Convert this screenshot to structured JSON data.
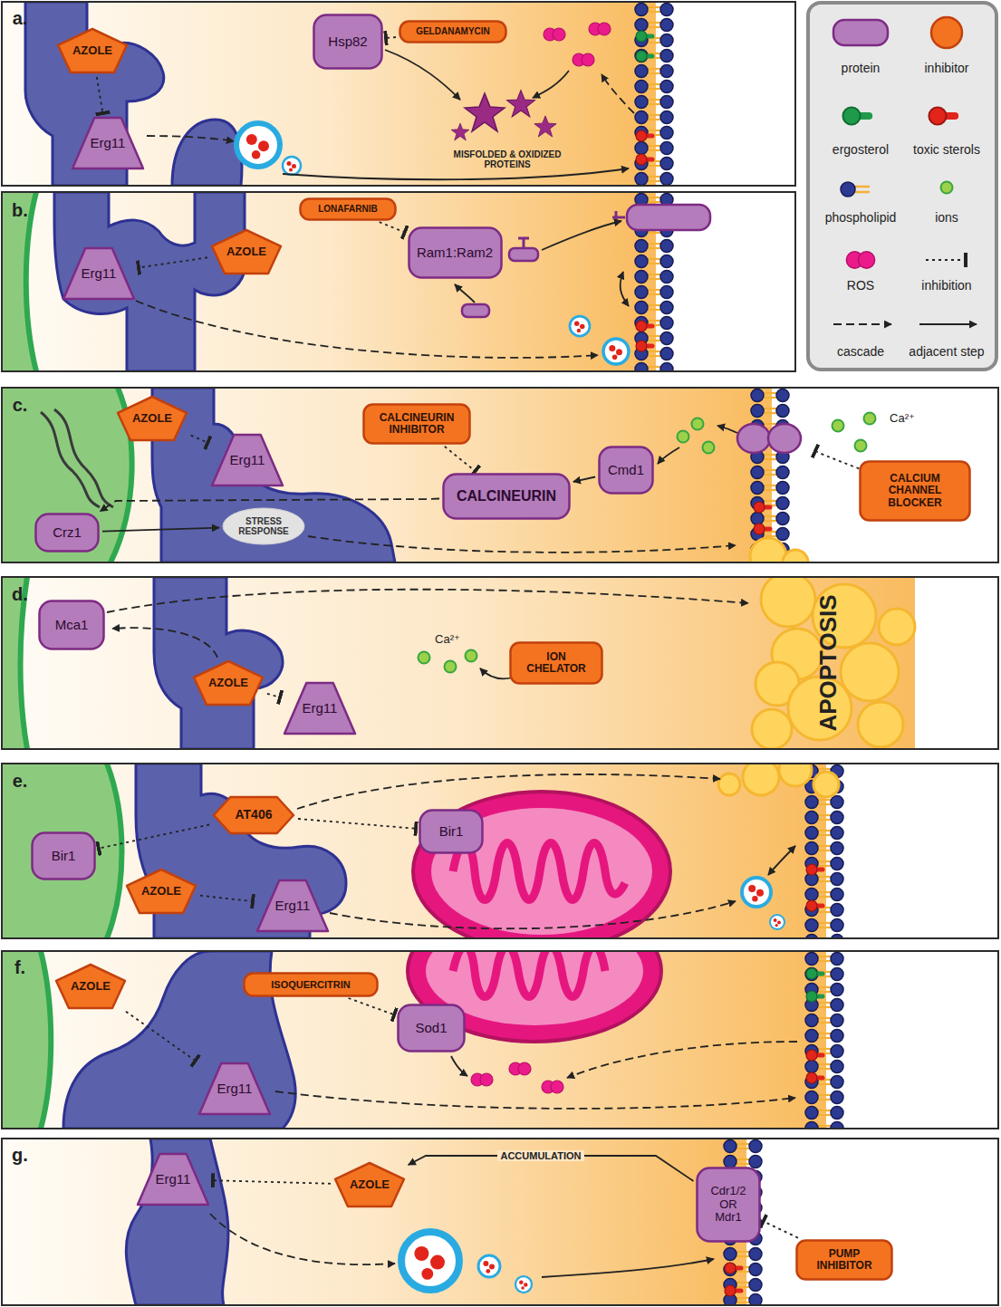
{
  "diagram": {
    "nodes": [
      {
        "text": [
          "AZOLE"
        ]
      },
      {
        "text": [
          "Erg11"
        ]
      },
      {
        "text": [
          "Hsp82"
        ]
      },
      {
        "text": [
          "GELDANAMYCIN"
        ]
      },
      {
        "text": [
          "AZOLE"
        ]
      },
      {
        "text": [
          "Erg11"
        ]
      },
      {
        "text": [
          "LONAFARNIB"
        ]
      },
      {
        "text": [
          "Ram1:Ram2"
        ]
      },
      {
        "text": [
          "AZOLE"
        ]
      },
      {
        "text": [
          "Erg11"
        ]
      },
      {
        "text": [
          "Crz1"
        ]
      },
      {
        "text": [
          "STRESS RESPONSE"
        ]
      },
      {
        "text": [
          "CALCINEURIN INHIBITOR"
        ]
      },
      {
        "text": [
          "CALCINEURIN"
        ]
      },
      {
        "text": [
          "Cmd1"
        ]
      },
      {
        "text": [
          "CALCIUM CHANNEL BLOCKER"
        ]
      },
      {
        "text": [
          "Mca1"
        ]
      },
      {
        "text": [
          "AZOLE"
        ]
      },
      {
        "text": [
          "Erg11"
        ]
      },
      {
        "text": [
          "ION CHELATOR"
        ]
      },
      {
        "text": [
          "Bir1"
        ]
      },
      {
        "text": [
          "AT406"
        ]
      },
      {
        "text": [
          "AZOLE"
        ]
      },
      {
        "text": [
          "Erg11"
        ]
      },
      {
        "text": [
          "Bir1"
        ]
      },
      {
        "text": [
          "AZOLE"
        ]
      },
      {
        "text": [
          "ISOQUERCITRIN"
        ]
      },
      {
        "text": [
          "Erg11"
        ]
      },
      {
        "text": [
          "Sod1"
        ]
      },
      {
        "text": [
          "Erg11"
        ]
      },
      {
        "text": [
          "AZOLE"
        ]
      },
      {
        "text": [
          "Cdr1/2 OR Mdr1"
        ]
      },
      {
        "text": [
          "PUMP INHIBITOR"
        ]
      }
    ],
    "edges": [
      {
        "from": 0,
        "to": 1,
        "arrow": "to"
      },
      {
        "from": 3,
        "to": 2,
        "arrow": "to"
      },
      {
        "from": 4,
        "to": 5,
        "arrow": "to"
      },
      {
        "from": 6,
        "to": 7,
        "arrow": "to"
      },
      {
        "from": 8,
        "to": 9,
        "arrow": "to"
      },
      {
        "from": 12,
        "to": 13,
        "arrow": "to"
      },
      {
        "from": 14,
        "to": 13,
        "arrow": "to"
      },
      {
        "from": 13,
        "to": 10,
        "arrow": "to"
      },
      {
        "from": 10,
        "to": 11,
        "arrow": "to"
      },
      {
        "from": 17,
        "to": 18,
        "arrow": "to"
      },
      {
        "from": 21,
        "to": 20,
        "arrow": "to"
      },
      {
        "from": 21,
        "to": 24,
        "arrow": "to"
      },
      {
        "from": 22,
        "to": 23,
        "arrow": "to"
      },
      {
        "from": 26,
        "to": 28,
        "arrow": "to"
      },
      {
        "from": 25,
        "to": 27,
        "arrow": "to"
      },
      {
        "from": 30,
        "to": 29,
        "arrow": "to"
      },
      {
        "from": 32,
        "to": 31,
        "arrow": "to"
      },
      {
        "from": 31,
        "to": 30,
        "label": "ACCUMULATION",
        "arrow": "to"
      }
    ],
    "labels": [
      "a.",
      "MISFOLDED & OXIDIZED PROTEINS",
      "b.",
      "c.",
      "Ca²⁺",
      "d.",
      "Ca²⁺",
      "APOPTOSIS",
      "e.",
      "f.",
      "g."
    ],
    "legend": [
      {
        "text": "protein"
      },
      {
        "text": "inhibitor"
      },
      {
        "text": "ergosterol"
      },
      {
        "text": "toxic sterols"
      },
      {
        "text": "phospholipid"
      },
      {
        "text": "ions"
      },
      {
        "text": "ROS"
      },
      {
        "text": "inhibition"
      },
      {
        "text": "cascade"
      },
      {
        "text": "adjacent step"
      }
    ]
  }
}
